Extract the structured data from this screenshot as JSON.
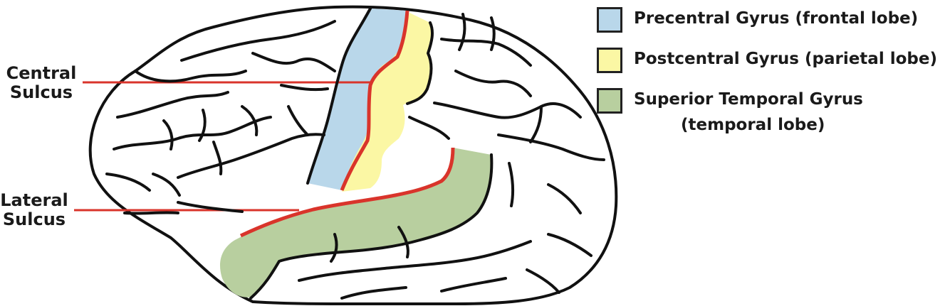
{
  "labels": {
    "central_sulcus": [
      "Central",
      "Sulcus"
    ],
    "lateral_sulcus": [
      "Lateral",
      "Sulcus"
    ]
  },
  "legend": [
    {
      "text": "Precentral Gyrus (frontal lobe)",
      "color": "#b9d7ea"
    },
    {
      "text": "Postcentral Gyrus (parietal lobe)",
      "color": "#fbf7a4"
    },
    {
      "text": "Superior Temporal Gyrus",
      "text2": "(temporal lobe)",
      "color": "#b8cf9f"
    }
  ],
  "colors": {
    "outline": "#111111",
    "sulcus_line": "#d9342b"
  }
}
